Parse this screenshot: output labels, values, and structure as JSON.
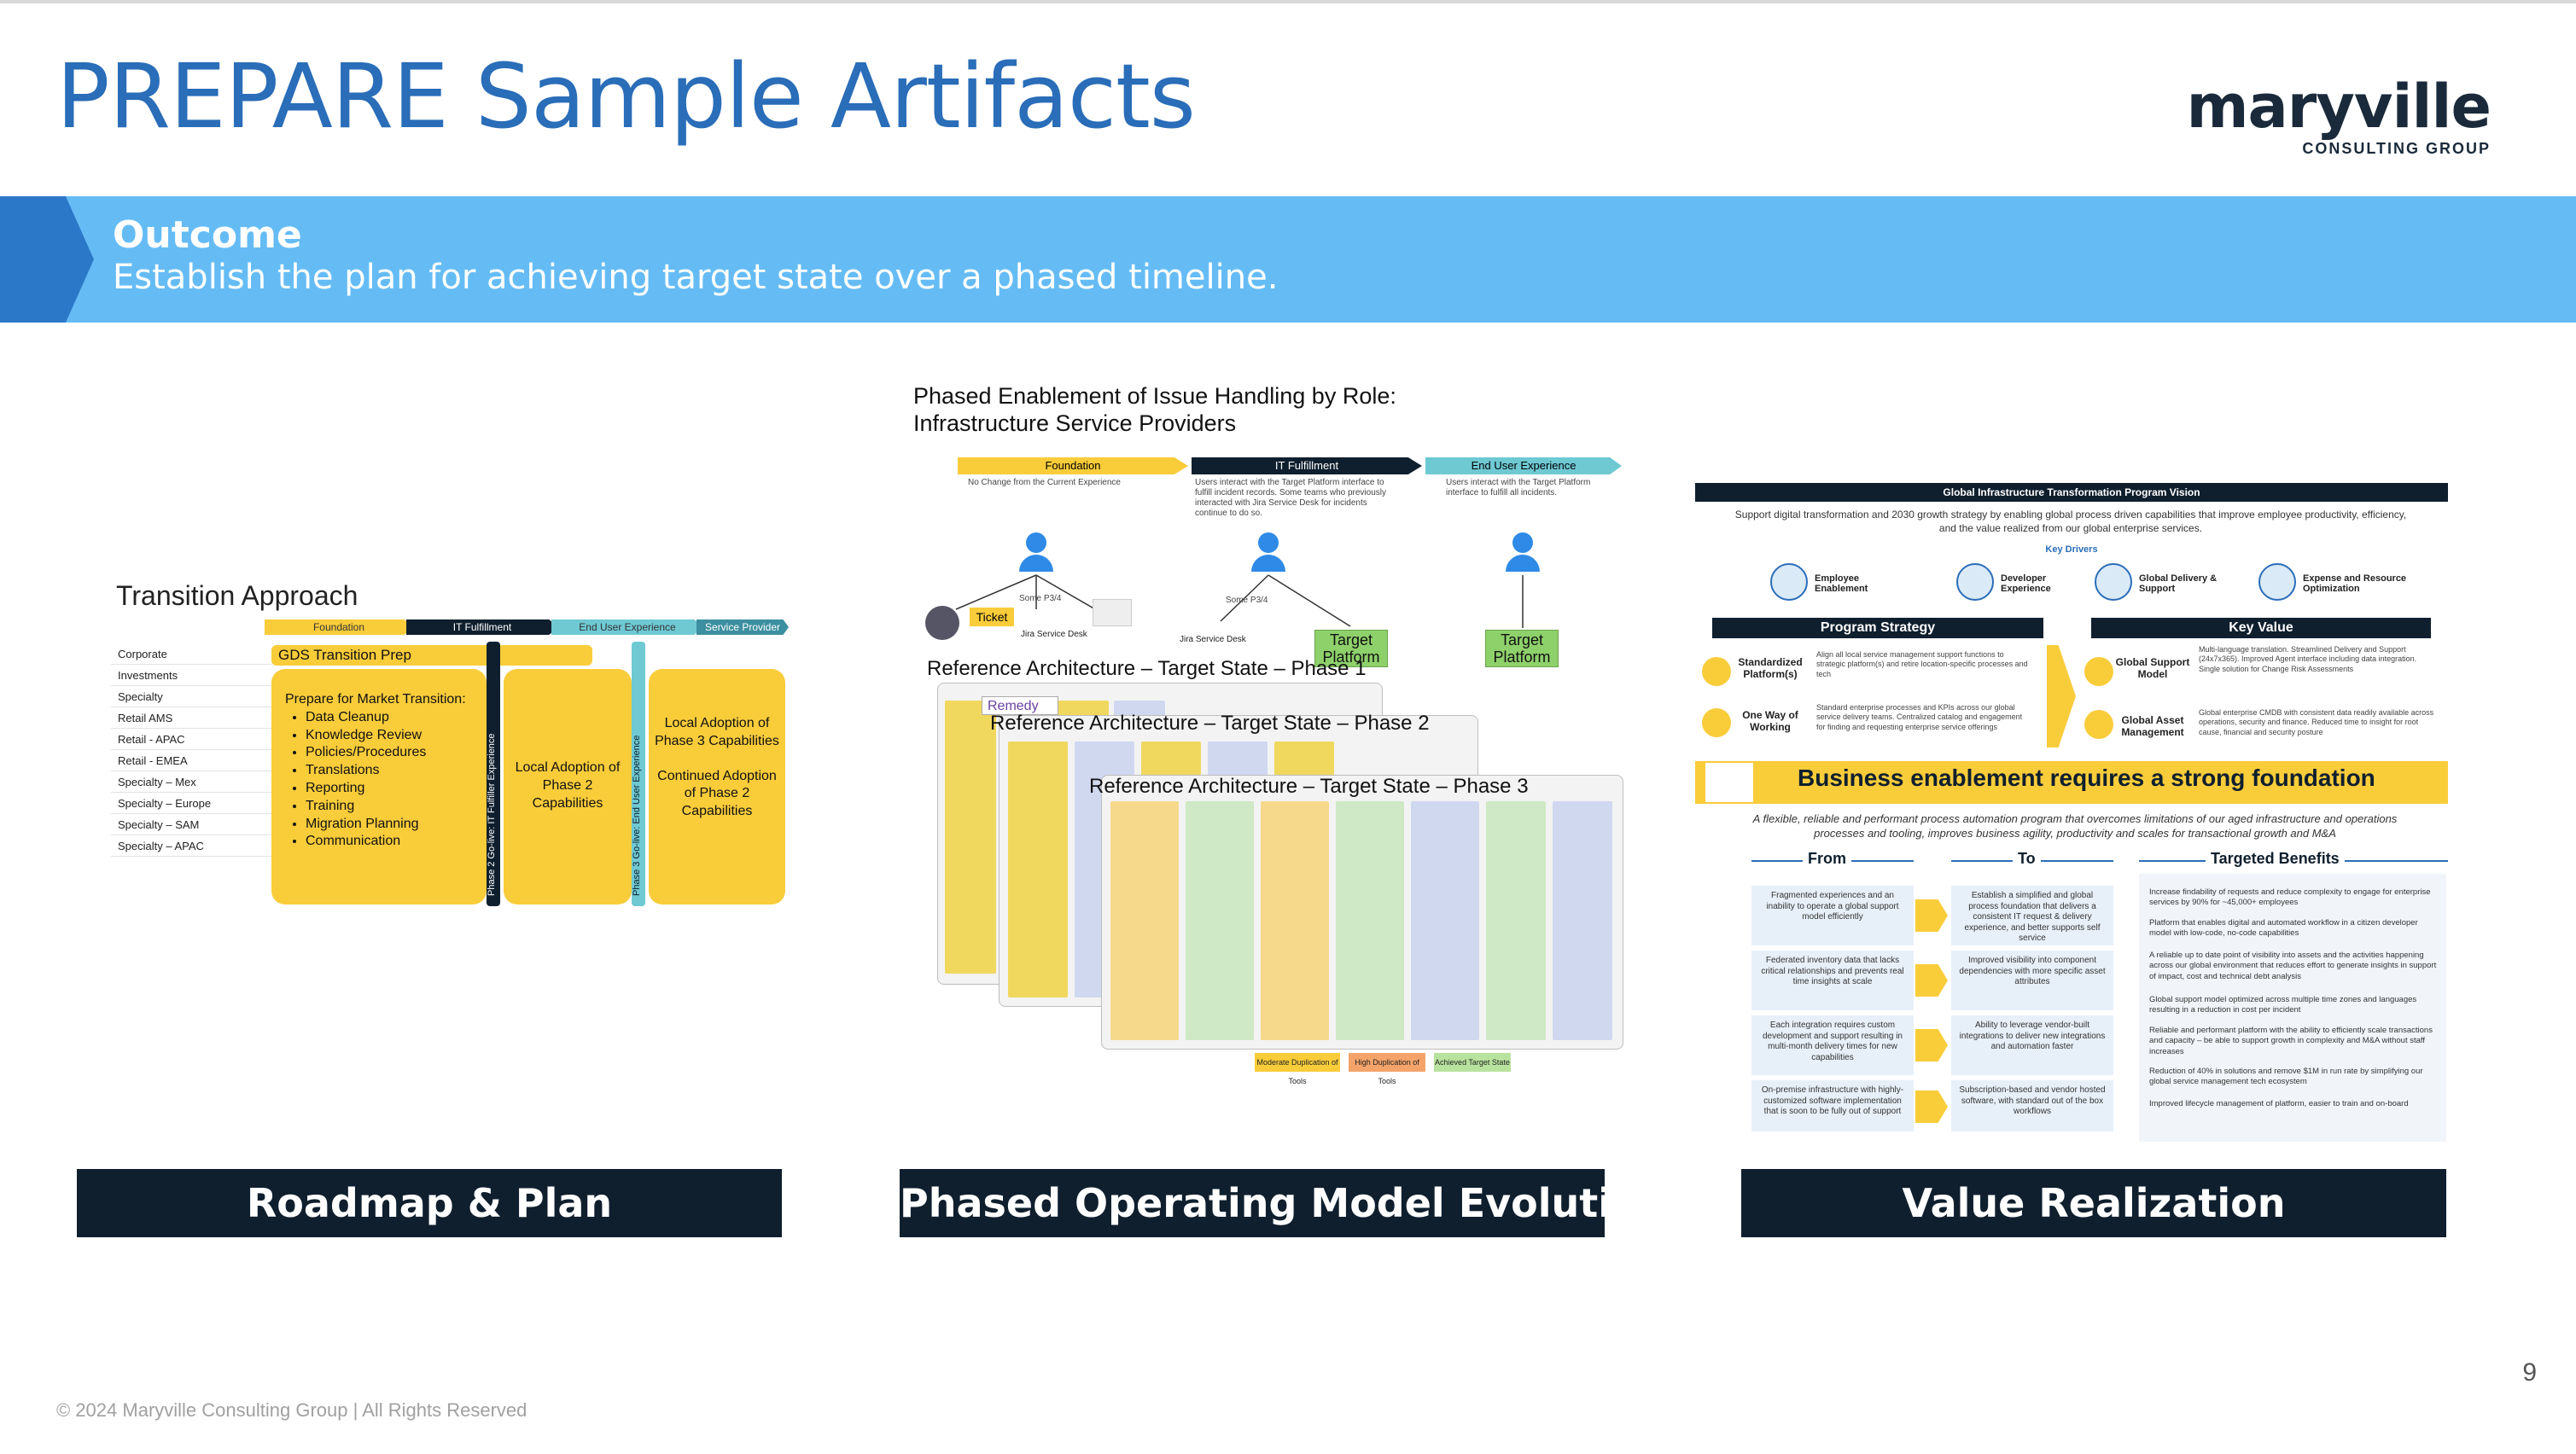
{
  "title": "PREPARE Sample Artifacts",
  "logo": {
    "name": "maryville",
    "sub": "CONSULTING GROUP"
  },
  "outcome": {
    "heading": "Outcome",
    "text": "Establish the plan for achieving target state over a phased timeline."
  },
  "cards": [
    {
      "label": "Roadmap & Plan"
    },
    {
      "label": "Phased Operating Model Evolution"
    },
    {
      "label": "Value Realization"
    }
  ],
  "roadmap": {
    "title": "Transition Approach",
    "phases": [
      "Foundation",
      "IT Fulfillment",
      "End User Experience",
      "Service Provider"
    ],
    "rows": [
      "Corporate",
      "Investments",
      "Specialty",
      "Retail AMS",
      "Retail - APAC",
      "Retail - EMEA",
      "Specialty – Mex",
      "Specialty – Europe",
      "Specialty – SAM",
      "Specialty – APAC"
    ],
    "prep_bar": "GDS Transition Prep",
    "phase1_head": "Prepare for Market Transition:",
    "phase1_items": [
      "Data Cleanup",
      "Knowledge Review",
      "Policies/Procedures",
      "Translations",
      "Reporting",
      "Training",
      "Migration Planning",
      "Communication"
    ],
    "golive2": "Phase 2 Go-live: IT Fulfiller Experience",
    "phase2": "Local Adoption of Phase 2 Capabilities",
    "golive3": "Phase 3 Go-live: End User Experience",
    "phase3a": "Local Adoption of Phase 3 Capabilities",
    "phase3b": "Continued Adoption of Phase 2 Capabilities"
  },
  "phased": {
    "title_line1": "Phased Enablement of Issue Handling by Role:",
    "title_line2": "Infrastructure Service Providers",
    "roles": [
      "Foundation",
      "IT Fulfillment",
      "End User Experience"
    ],
    "role_desc": [
      "No Change from the Current Experience",
      "Users interact with the Target Platform interface to fulfill incident records. Some teams who previously interacted with Jira Service Desk for incidents continue to do so.",
      "Users interact with the Target Platform interface to fulfill all incidents."
    ],
    "ticket": "Ticket",
    "jira": "Jira Service Desk",
    "some": "Some P3/4",
    "target": "Target Platform",
    "remedy": "Remedy",
    "ref1": "Reference Architecture – Target State – Phase 1",
    "ref2": "Reference Architecture – Target State – Phase 2",
    "ref3": "Reference Architecture – Target State – Phase 3",
    "legend": [
      "Moderate Duplication of Tools",
      "High Duplication of Tools",
      "Achieved Target State"
    ]
  },
  "value": {
    "header": "Global Infrastructure Transformation Program Vision",
    "subtitle": "Support digital transformation and 2030 growth strategy by enabling global process driven capabilities that improve employee productivity, efficiency, and the value realized from our global enterprise services.",
    "key_drivers": "Key Drivers",
    "drivers": [
      "Employee Enablement",
      "Developer Experience",
      "Global Delivery & Support",
      "Expense and Resource Optimization"
    ],
    "program_strategy": "Program Strategy",
    "key_value": "Key Value",
    "strategy_items": [
      "Standardized Platform(s)",
      "One Way of Working"
    ],
    "strategy_bullets": [
      "Align all local service management support functions to strategic platform(s) and retire location-specific processes and tech",
      "Standard enterprise processes and KPIs across our global service delivery teams. Centralized catalog and engagement for finding and requesting enterprise service offerings"
    ],
    "value_items": [
      "Global Support Model",
      "Global Asset Management"
    ],
    "value_bullets": [
      "Multi-language translation. Streamlined Delivery and Support (24x7x365). Improved Agent interface including data integration. Single solution for Change Risk Assessments",
      "Global enterprise CMDB with consistent data readily available across operations, security and finance. Reduced time to insight for root cause, financial and security posture"
    ],
    "banner": "Business enablement requires a strong foundation",
    "intro": "A flexible, reliable and performant process automation program that overcomes limitations of our aged infrastructure and operations processes and tooling, improves business agility, productivity and scales for transactional growth and M&A",
    "col_from": "From",
    "col_to": "To",
    "col_benefits": "Targeted Benefits",
    "from": [
      "Fragmented experiences and an inability to operate a global support model efficiently",
      "Federated inventory data that lacks critical relationships and prevents real time insights at scale",
      "Each integration requires custom development and support resulting in multi-month delivery times for new capabilities",
      "On-premise infrastructure with highly-customized software implementation that is soon to be fully out of support"
    ],
    "to": [
      "Establish a simplified and global process foundation that delivers a consistent IT request & delivery experience, and better supports self service",
      "Improved visibility into component dependencies with more specific asset attributes",
      "Ability to leverage vendor-built integrations to deliver new integrations and automation faster",
      "Subscription-based and vendor hosted software, with standard out of the box workflows"
    ],
    "benefits": [
      "Increase findability of requests and reduce complexity to engage for enterprise services by 90% for ~45,000+ employees",
      "Platform that enables digital and automated workflow in a citizen developer model with low-code, no-code capabilities",
      "A reliable up to date point of visibility into assets and the activities happening across our global environment that reduces effort to generate insights in support of impact, cost and technical debt analysis",
      "Global support model optimized across multiple time zones and languages resulting in a reduction in cost per incident",
      "Reliable and performant platform with the ability to efficiently scale transactions and capacity – be able to support growth in complexity and M&A without staff increases",
      "Reduction of 40% in solutions and remove $1M in run rate by simplifying our global service management tech ecosystem",
      "Improved lifecycle management of platform, easier to train and on-board"
    ]
  },
  "page_number": "9",
  "footer": "© 2024 Maryville Consulting Group   |   All Rights Reserved",
  "colors": {
    "title": "#2a6db8",
    "banner": "#65bcf5",
    "chevron": "#2c78c8",
    "card": "#0f1f2e",
    "yellow": "#f9cc3a"
  }
}
